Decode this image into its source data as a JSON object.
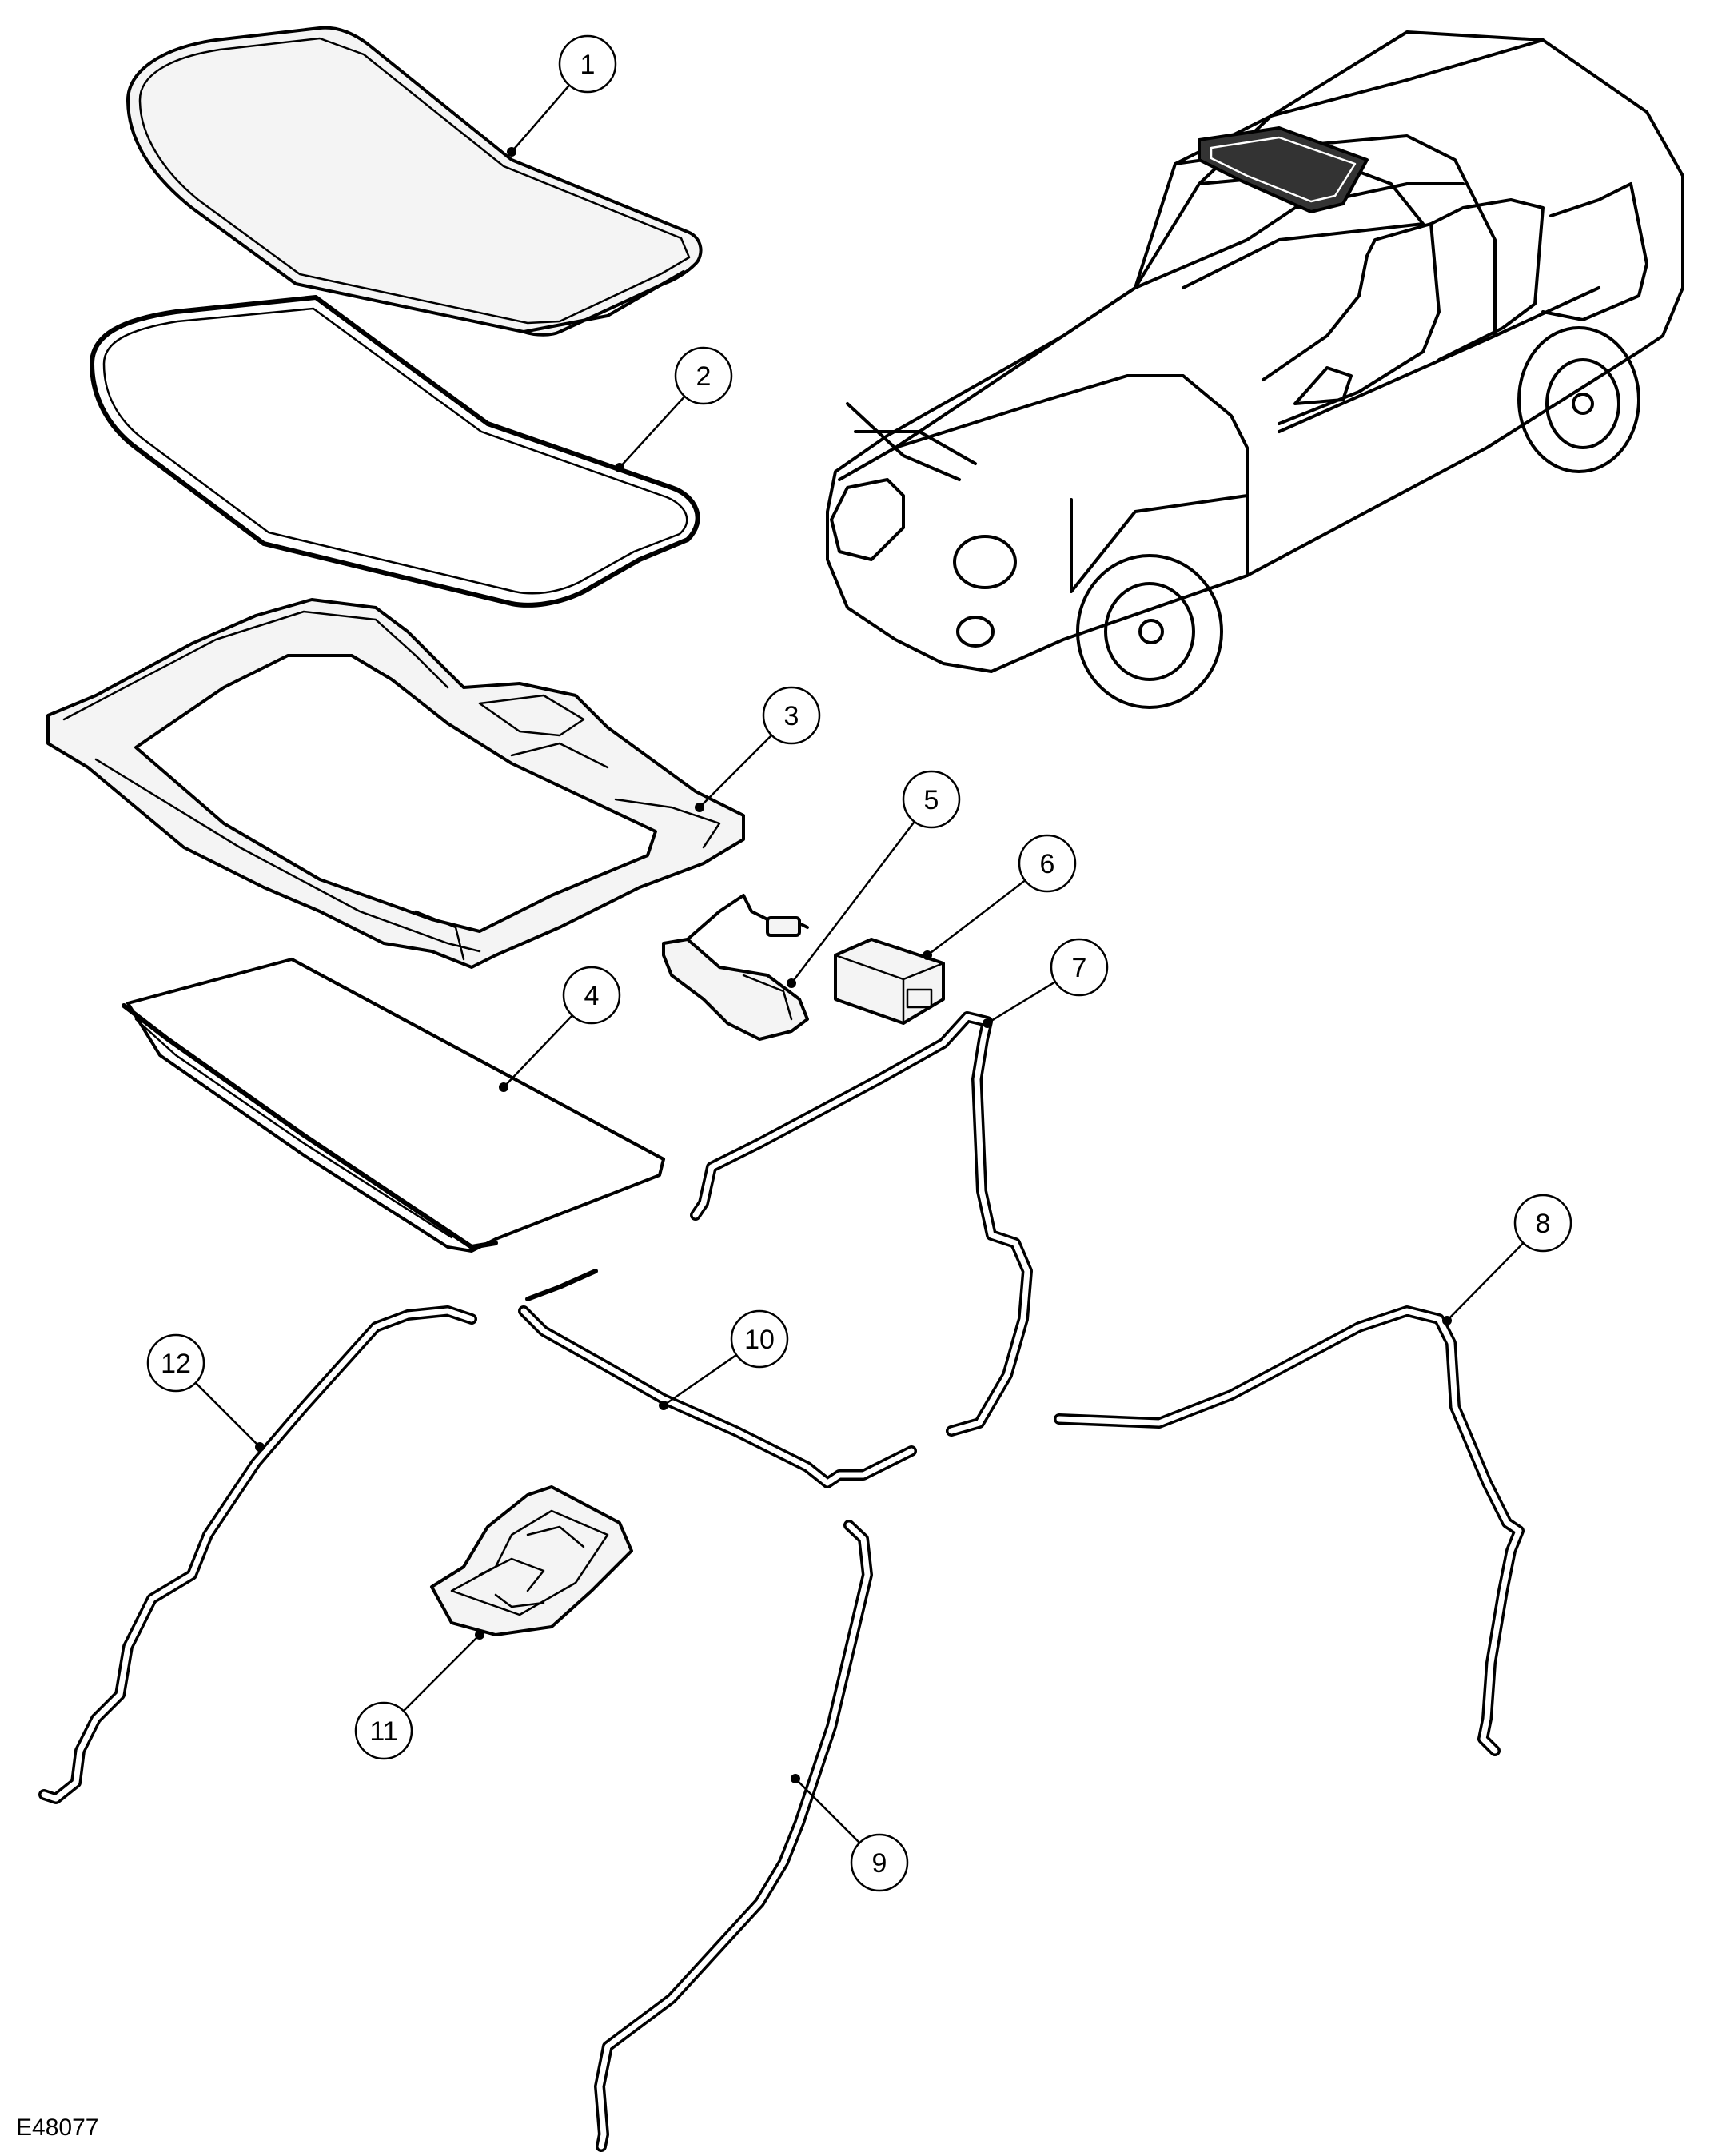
{
  "figure_id": "E48077",
  "callouts": [
    "1",
    "2",
    "3",
    "4",
    "5",
    "6",
    "7",
    "8",
    "9",
    "10",
    "11",
    "12"
  ]
}
